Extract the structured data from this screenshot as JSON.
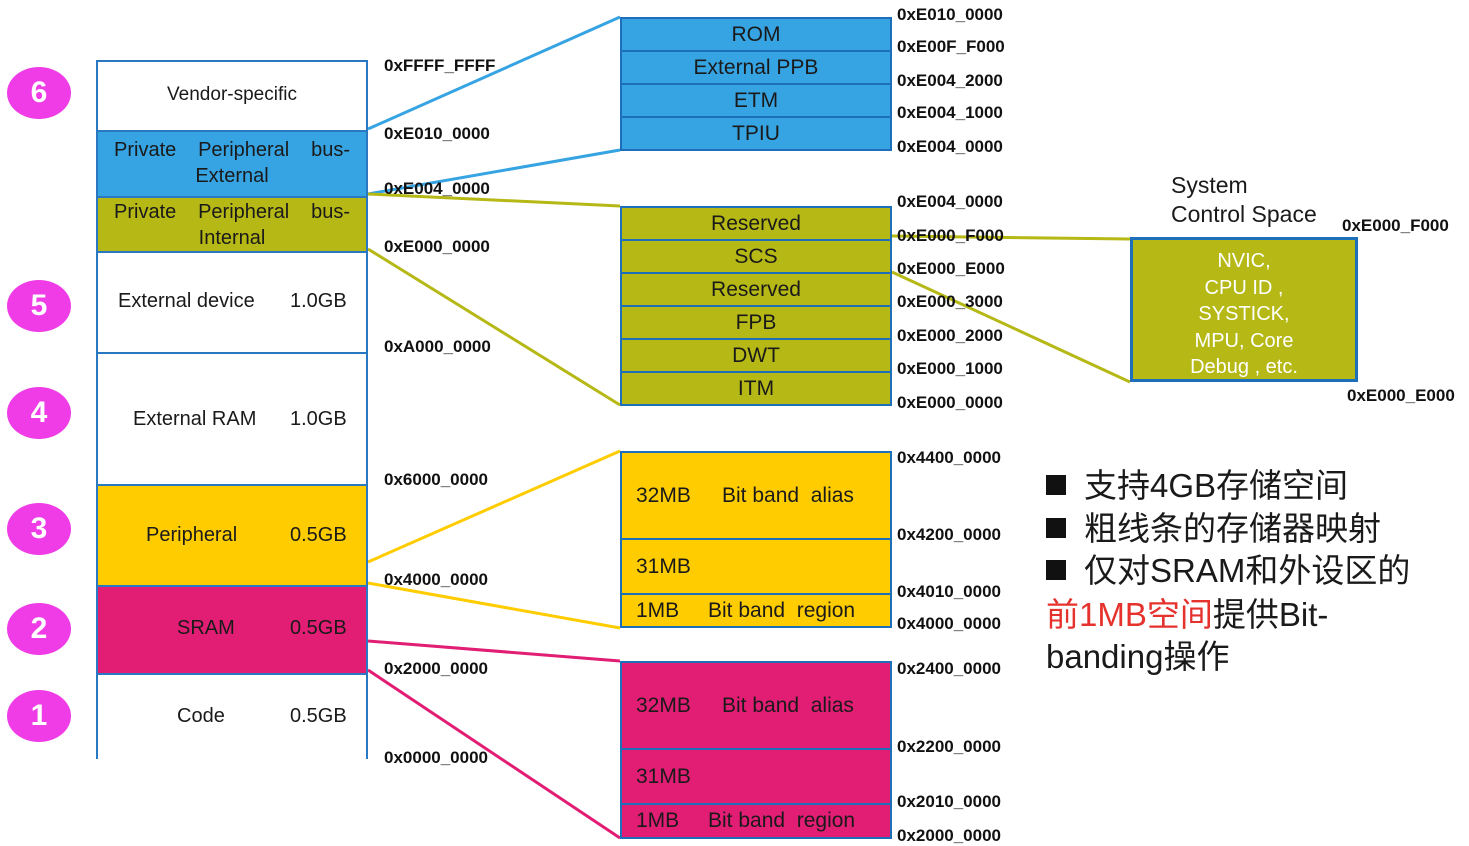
{
  "colors": {
    "blue": "#36a3e2",
    "olive": "#b5b815",
    "yellow": "#ffcc00",
    "magenta": "#e11d74",
    "circle": "#f03ce6",
    "border": "#2b78c2"
  },
  "circles": [
    "6",
    "5",
    "4",
    "3",
    "2",
    "1"
  ],
  "memory_map": {
    "vendor": "Vendor-specific",
    "ppb_ext": {
      "w1": "Private",
      "w2": "Peripheral",
      "w3": "bus-",
      "line2": "External"
    },
    "ppb_int": {
      "w1": "Private",
      "w2": "Peripheral",
      "w3": "bus-",
      "line2": "Internal"
    },
    "ext_device": {
      "name": "External device",
      "size": "1.0GB"
    },
    "ext_ram": {
      "name": "External RAM",
      "size": "1.0GB"
    },
    "peripheral": {
      "name": "Peripheral",
      "size": "0.5GB"
    },
    "sram": {
      "name": "SRAM",
      "size": "0.5GB"
    },
    "code": {
      "name": "Code",
      "size": "0.5GB"
    }
  },
  "left_addresses": [
    "0xFFFF_FFFF",
    "0xE010_0000",
    "0xE004_0000",
    "0xE000_0000",
    "0xA000_0000",
    "0x6000_0000",
    "0x4000_0000",
    "0x2000_0000",
    "0x0000_0000"
  ],
  "ppb_external": {
    "blocks": [
      "ROM",
      "External PPB",
      "ETM",
      "TPIU"
    ],
    "addresses": [
      "0xE010_0000",
      "0xE00F_F000",
      "0xE004_2000",
      "0xE004_1000",
      "0xE004_0000"
    ]
  },
  "ppb_internal": {
    "blocks": [
      "Reserved",
      "SCS",
      "Reserved",
      "FPB",
      "DWT",
      "ITM"
    ],
    "addresses": [
      "0xE004_0000",
      "0xE000_F000",
      "0xE000_E000",
      "0xE000_3000",
      "0xE000_2000",
      "0xE000_1000",
      "0xE000_0000"
    ]
  },
  "peripheral_bitband": {
    "alias": {
      "size": "32MB",
      "label": "Bit band  alias"
    },
    "gap": {
      "size": "31MB"
    },
    "region": {
      "size": "1MB",
      "label": "Bit band  region"
    },
    "addresses": [
      "0x4400_0000",
      "0x4200_0000",
      "0x4010_0000",
      "0x4000_0000"
    ]
  },
  "sram_bitband": {
    "alias": {
      "size": "32MB",
      "label": "Bit band  alias"
    },
    "gap": {
      "size": "31MB"
    },
    "region": {
      "size": "1MB",
      "label": "Bit band  region"
    },
    "addresses": [
      "0x2400_0000",
      "0x2200_0000",
      "0x2010_0000",
      "0x2000_0000"
    ]
  },
  "system_control_space": {
    "title_line1": "System",
    "title_line2": "Control Space",
    "top_address": "0xE000_F000",
    "bottom_address": "0xE000_E000",
    "lines": [
      "NVIC,",
      "CPU ID ,",
      "SYSTICK,",
      "MPU, Core",
      "Debug , etc."
    ]
  },
  "notes": {
    "n1": "支持4GB存储空间",
    "n2": "粗线条的存储器映射",
    "n3": "仅对SRAM和外设区的",
    "n4_red": "前1MB空间",
    "n4_rest": "提供Bit-",
    "n5": "banding操作"
  }
}
